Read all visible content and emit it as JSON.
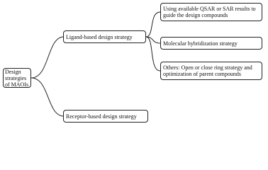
{
  "diagram": {
    "root": {
      "label": "Design strategies\nof MAOIs"
    },
    "ligand": {
      "label": "Ligand-based design strategy"
    },
    "receptor": {
      "label": "Receptor-based design strategy"
    },
    "qsar": {
      "label": "Using available QSAR or SAR results to\nguide the design compounds"
    },
    "hybrid": {
      "label": "Molecular hybridization strategy"
    },
    "others": {
      "label": "Others: Open or close ring strategy and\noptimization of parent compounds"
    }
  }
}
